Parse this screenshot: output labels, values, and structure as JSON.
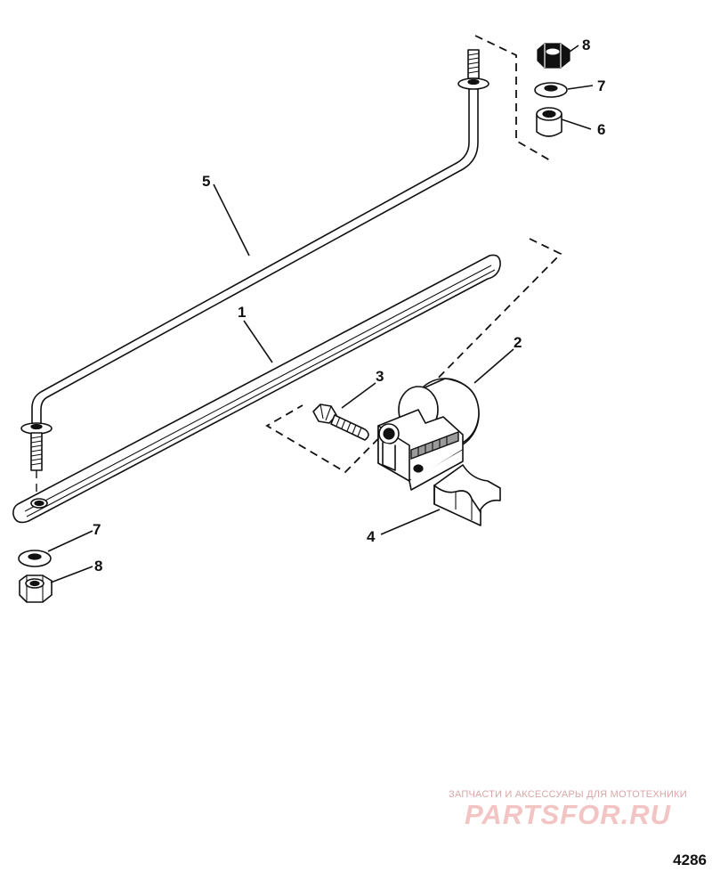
{
  "callouts": {
    "c1": "1",
    "c2": "2",
    "c3": "3",
    "c4": "4",
    "c5": "5",
    "c6": "6",
    "c7_top": "7",
    "c8_top": "8",
    "c7_bottom": "7",
    "c8_bottom": "8"
  },
  "watermark": {
    "tagline": "ЗАПЧАСТИ И АКСЕССУАРЫ ДЛЯ МОТОТЕХНИКИ",
    "brand": "PARTSFOR.RU"
  },
  "figure_number": "4286"
}
